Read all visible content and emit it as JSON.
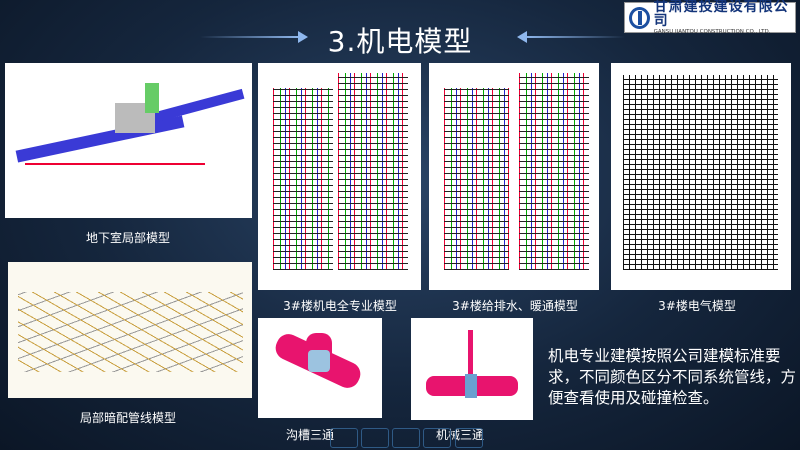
{
  "title": "3.机电模型",
  "logo": {
    "cn": "甘肃建投建设有限公司",
    "en": "GANSU JIANTOU CONSTRUCTION CO., LTD."
  },
  "figures": [
    {
      "caption": "地下室局部模型"
    },
    {
      "caption": "3#楼机电全专业模型"
    },
    {
      "caption": "3#楼给排水、暖通模型"
    },
    {
      "caption": "3#楼电气模型"
    },
    {
      "caption": "局部暗配管线模型"
    },
    {
      "caption": "沟槽三通"
    },
    {
      "caption": "机械三通"
    }
  ],
  "description": "机电专业建模按照公司建模标准要求，不同颜色区分不同系统管线，方便查看使用及碰撞检查。",
  "colors": {
    "background": "#15263d",
    "accent": "#8fb8ee",
    "pipe": "#e8146e"
  }
}
